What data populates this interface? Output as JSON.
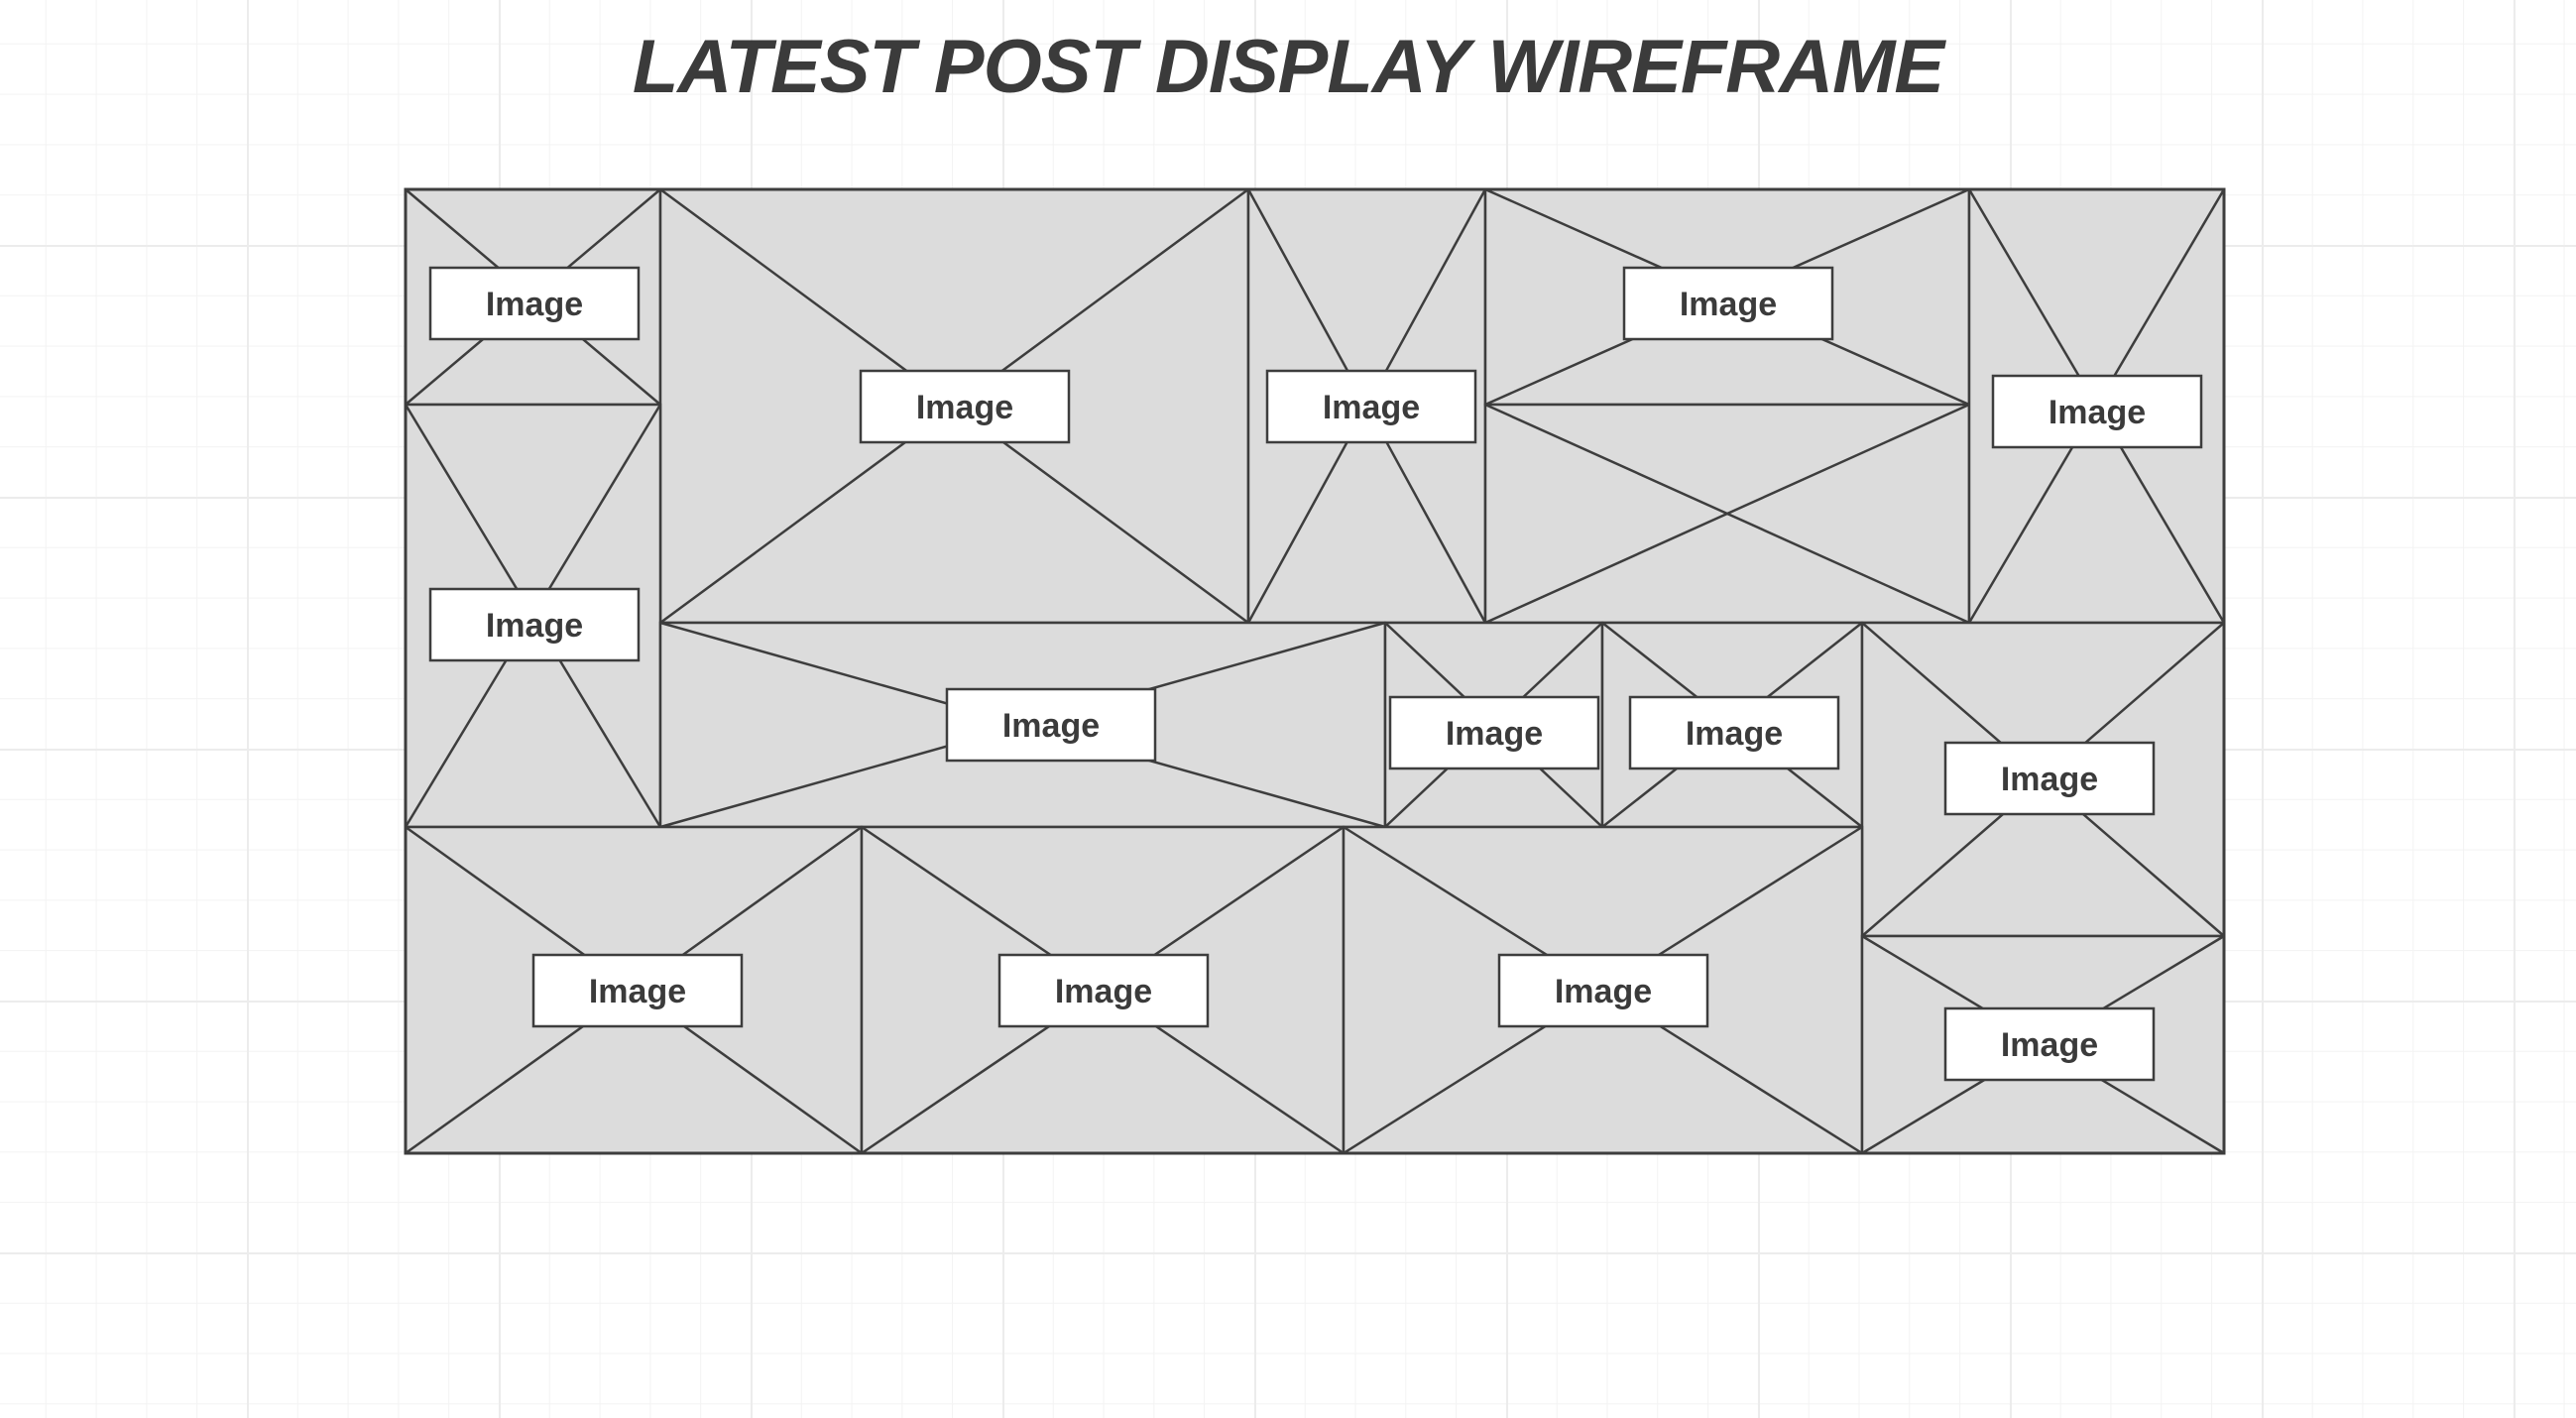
{
  "title": "LATEST POST DISPLAY WIREFRAME",
  "colors": {
    "tile_fill": "#dcdcdc",
    "stroke": "#3d3d3d",
    "label_fill": "#ffffff",
    "text": "#3b3b3b",
    "grid": "#ececec"
  },
  "tiles": [
    {
      "name": "image-tile-1",
      "label": "Image"
    },
    {
      "name": "image-tile-2",
      "label": "Image"
    },
    {
      "name": "image-tile-3",
      "label": "Image"
    },
    {
      "name": "image-tile-4",
      "label": "Image"
    },
    {
      "name": "image-tile-5",
      "label": "Image"
    },
    {
      "name": "image-tile-6",
      "label": "Image"
    },
    {
      "name": "image-tile-7",
      "label": "Image"
    },
    {
      "name": "image-tile-8",
      "label": "Image"
    },
    {
      "name": "image-tile-9",
      "label": "Image"
    },
    {
      "name": "image-tile-10",
      "label": "Image"
    },
    {
      "name": "image-tile-11",
      "label": "Image"
    },
    {
      "name": "image-tile-12",
      "label": "Image"
    },
    {
      "name": "image-tile-13",
      "label": "Image"
    },
    {
      "name": "image-tile-14",
      "label": "Image"
    }
  ]
}
